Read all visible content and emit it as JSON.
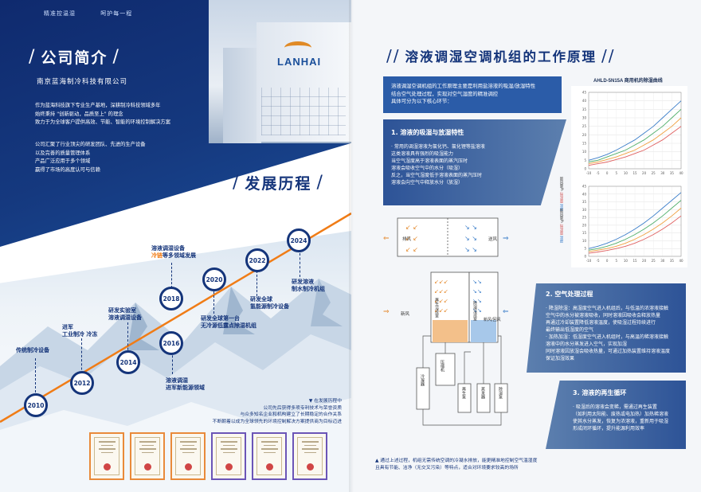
{
  "left": {
    "header_tabs": [
      "精准控温湿",
      "呵护每一程"
    ],
    "building_logo": "LANHAI",
    "company_section_title": "公司简介",
    "company_name": "南京蓝海制冷科技有限公司",
    "para1": [
      "作为蓝海科技旗下专业生产基地，深耕制冷科技领域多年",
      "始终秉持 \"创新驱动，品质至上\" 的理念",
      "致力于为全球客户提供高效、节能、智能的环境控制解决方案"
    ],
    "para2": [
      "公司汇聚了行业顶尖的研发团队、先进的生产设备",
      "以及完善的质量管理体系",
      "产品广泛应用于多个领域",
      "赢得了市场的高度认可与信赖"
    ],
    "history_title": "发展历程",
    "milestones": [
      {
        "year": "2010",
        "text": [
          "传统制冷设备"
        ]
      },
      {
        "year": "2012",
        "text": [
          "进军",
          "工业制冷  冷冻"
        ]
      },
      {
        "year": "2014",
        "text": [
          "研发实验室",
          "溶液调湿设备"
        ]
      },
      {
        "year": "2016",
        "text": [
          "溶液调湿",
          "进军新能源领域"
        ]
      },
      {
        "year": "2018",
        "text": [
          "溶液调湿设备",
          "冷链 等多领域发展"
        ],
        "highlight": "冷链"
      },
      {
        "year": "2020",
        "text": [
          "研发全球第一台",
          "无冷源低露点除湿机组"
        ]
      },
      {
        "year": "2022",
        "text": [
          "研发全球",
          "氢能源制冷设备"
        ]
      },
      {
        "year": "2024",
        "text": [
          "研发溶液",
          "制水制冷机组"
        ]
      }
    ],
    "cert_note": [
      "▼ 在发展历程中",
      "公司先后获得多项专利技术与荣誉资质",
      "与众多知名企业和机构建立了长期稳定的合作关系",
      "不断朝着以成为全球领先的环境控制解决方案提供商为目标迈进"
    ]
  },
  "right": {
    "title": "溶液调湿空调机组的工作原理",
    "intro": [
      "溶液调湿空调机组的工作原理主要是利用盐溶液的吸湿/放湿特性",
      "结合空气处理过程，实现对空气湿度的精准调控",
      "具体可分为以下核心环节："
    ],
    "section1": {
      "title": "1. 溶液的吸湿与放湿特性",
      "lines": [
        "· 常用的调湿溶液为氯化钙、氯化锂等盐溶液",
        "  这类溶液具有强烈的吸湿能力",
        "  当空气湿度高于溶液表面的蒸汽压时",
        "  溶液会吸收空气中的水分（吸湿）",
        "  反之，当空气湿度低于溶液表面的蒸汽压时",
        "  溶液会向空气中释放水分（放湿）"
      ]
    },
    "section2": {
      "title": "2. 空气处理过程",
      "lines": [
        "· 降湿除湿：高湿度空气进入机组后，与低温的浓溶液接触",
        "  空气中的水分被溶液吸收，同时溶液因吸收会释放热量",
        "  再通过冷却装置降低溶液温度，使吸湿过程持续进行",
        "  最终输出低湿度的空气",
        "· 加热加湿：低湿度空气进入机组时，与高温的稀溶液接触",
        "  溶液中的水分蒸发进入空气，实现加湿",
        "  同时溶液因放湿会吸收热量，可通过加热装置维持溶液温度",
        "  保证加湿效果"
      ]
    },
    "section3": {
      "title": "3. 溶液的再生循环",
      "lines": [
        "· 吸湿后的溶液会变稀，需通过再生装置",
        "  （如利用太阳能、废热或电加热）加热稀溶液",
        "  使其水分蒸发，恢复为浓溶液，重新用于吸湿",
        "  形成闭环循环，提升能源利用效率"
      ]
    },
    "chart_title": "AHLD-5N15A 商用机的除湿曲线",
    "chart_legend": [
      "新风量/h",
      "除湿量",
      "温度"
    ],
    "diagram": {
      "exhaust": "排风",
      "supply": "送风",
      "left_tower": "再生溶液室",
      "right_tower": "除湿溶液室",
      "fresh_air": "新风",
      "return_air": "新风/回风",
      "compressor": "压缩机",
      "condenser": "冷凝器",
      "regenerator": "再生泵",
      "evaporator": "蒸发器",
      "pump": "除湿泵"
    },
    "footer": [
      "▲ 通过上述过程，机组无需传统空调的冷凝水排放，能更精准地控制空气温湿度",
      "且具有节能、洁净（无交叉污染）等特点，适合对环境要求较高的场所"
    ]
  },
  "chart_data": [
    {
      "type": "line",
      "title": "",
      "x": [
        -10,
        -5,
        0,
        5,
        10,
        15,
        20,
        25,
        30,
        35,
        40
      ],
      "series": [
        {
          "values": [
            2,
            3,
            4,
            5.5,
            7,
            9,
            11,
            14,
            17,
            21,
            25
          ]
        },
        {
          "values": [
            3,
            4,
            5.5,
            7,
            9,
            11,
            14,
            17,
            21,
            25,
            30
          ]
        },
        {
          "values": [
            4,
            5,
            7,
            9,
            11,
            14,
            17,
            21,
            25,
            30,
            35
          ]
        },
        {
          "values": [
            5,
            6.5,
            8.5,
            11,
            14,
            17,
            21,
            25,
            30,
            35,
            40
          ]
        }
      ],
      "ylim": [
        0,
        45
      ],
      "xlim": [
        -10,
        40
      ]
    },
    {
      "type": "line",
      "title": "",
      "x": [
        -10,
        -5,
        0,
        5,
        10,
        15,
        20,
        25,
        30,
        35,
        40
      ],
      "series": [
        {
          "values": [
            2,
            2.8,
            3.8,
            5,
            6.5,
            8.5,
            11,
            14,
            17.5,
            21.5,
            26
          ]
        },
        {
          "values": [
            3,
            4,
            5,
            6.5,
            8.5,
            11,
            14,
            17.5,
            21.5,
            26,
            31
          ]
        },
        {
          "values": [
            4,
            5,
            6.5,
            8.5,
            11,
            14,
            17.5,
            21.5,
            26,
            31,
            36
          ]
        },
        {
          "values": [
            5,
            6.5,
            8.5,
            11,
            14,
            17.5,
            21.5,
            26,
            31,
            36,
            41
          ]
        }
      ],
      "ylim": [
        0,
        45
      ],
      "xlim": [
        -10,
        40
      ]
    }
  ]
}
